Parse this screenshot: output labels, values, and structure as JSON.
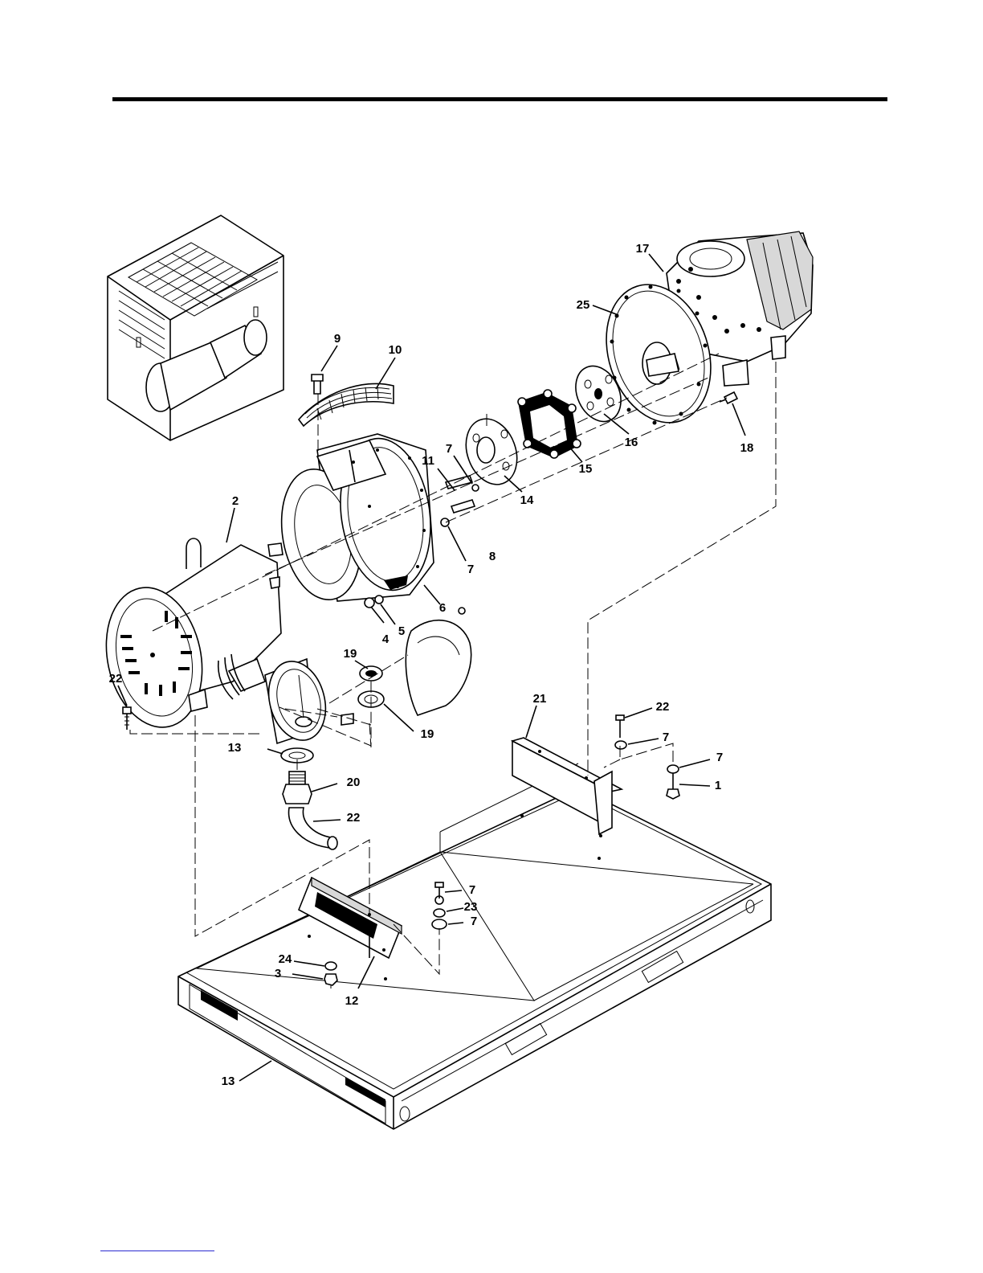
{
  "figure": {
    "callouts": [
      {
        "id": "c-17",
        "text": "17"
      },
      {
        "id": "c-25",
        "text": "25"
      },
      {
        "id": "c-9",
        "text": "9"
      },
      {
        "id": "c-10",
        "text": "10"
      },
      {
        "id": "c-16",
        "text": "16"
      },
      {
        "id": "c-18",
        "text": "18"
      },
      {
        "id": "c-15",
        "text": "15"
      },
      {
        "id": "c-7a",
        "text": "7"
      },
      {
        "id": "c-11",
        "text": "11"
      },
      {
        "id": "c-14",
        "text": "14"
      },
      {
        "id": "c-2",
        "text": "2"
      },
      {
        "id": "c-8",
        "text": "8"
      },
      {
        "id": "c-7b",
        "text": "7"
      },
      {
        "id": "c-6",
        "text": "6"
      },
      {
        "id": "c-5",
        "text": "5"
      },
      {
        "id": "c-4",
        "text": "4"
      },
      {
        "id": "c-19a",
        "text": "19"
      },
      {
        "id": "c-22a",
        "text": "22"
      },
      {
        "id": "c-13a",
        "text": "13"
      },
      {
        "id": "c-21",
        "text": "21"
      },
      {
        "id": "c-22b",
        "text": "22"
      },
      {
        "id": "c-7c",
        "text": "7"
      },
      {
        "id": "c-7d",
        "text": "7"
      },
      {
        "id": "c-1",
        "text": "1"
      },
      {
        "id": "c-13b",
        "text": "13"
      },
      {
        "id": "c-19b",
        "text": "19"
      },
      {
        "id": "c-20",
        "text": "20"
      },
      {
        "id": "c-22c",
        "text": "22"
      },
      {
        "id": "c-7e",
        "text": "7"
      },
      {
        "id": "c-23",
        "text": "23"
      },
      {
        "id": "c-7f",
        "text": "7"
      },
      {
        "id": "c-24",
        "text": "24"
      },
      {
        "id": "c-3",
        "text": "3"
      },
      {
        "id": "c-12",
        "text": "12"
      }
    ]
  }
}
